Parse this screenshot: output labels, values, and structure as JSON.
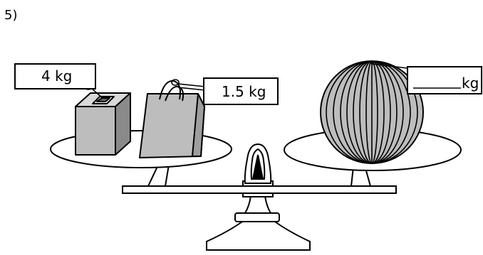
{
  "question_number": "5)",
  "left_pan": {
    "weight_block_label": "4 kg",
    "bag_label": "1.5 kg"
  },
  "right_pan": {
    "melon_unit_label": "kg",
    "melon_value": ""
  },
  "colors": {
    "stroke": "#000000",
    "fill_gray": "#bdbdbd",
    "fill_dark": "#8a8a8a",
    "background": "#ffffff"
  }
}
